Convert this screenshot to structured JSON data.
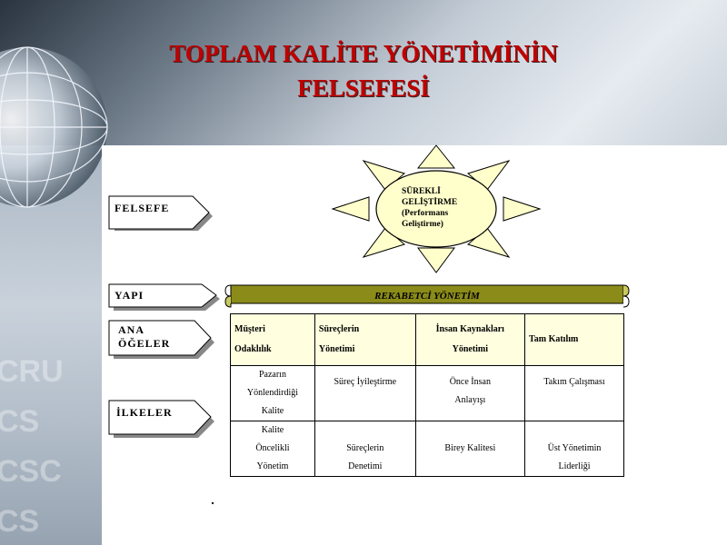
{
  "slide": {
    "title_line1": "TOPLAM KALİTE YÖNETİMİNİN",
    "title_line2": "FELSEFESİ"
  },
  "sun": {
    "lines": [
      "SÜREKLİ",
      "GELİŞTİRME",
      "(Performans",
      "Geliştirme)"
    ]
  },
  "labels": {
    "felsefe": "FELSEFE",
    "yapi": "YAPI",
    "ana_1": "ANA",
    "ana_2": "ÖĞELER",
    "ilkeler": "İLKELER"
  },
  "banner": {
    "text": "REKABETCİ YÖNETİM"
  },
  "table": {
    "headers": [
      [
        "Müşteri",
        "Odaklılık"
      ],
      [
        "Süreçlerin",
        "Yönetimi"
      ],
      [
        "İnsan Kaynakları",
        "Yönetimi"
      ],
      [
        "Tam Katılım"
      ]
    ],
    "row1": [
      [
        "Pazarın",
        "Yönlendirdiği",
        "Kalite"
      ],
      [
        "Süreç İyileştirme"
      ],
      [
        "Önce İnsan",
        "Anlayışı"
      ],
      [
        "Takım Çalışması"
      ]
    ],
    "row2": [
      [
        "Kalite",
        "Öncelikli",
        "Yönetim"
      ],
      [
        "Süreçlerin",
        "Denetimi"
      ],
      [
        "Birey Kalitesi"
      ],
      [
        "Üst Yönetimin",
        "Liderliği"
      ]
    ]
  },
  "background_ghost_text": [
    "CRU",
    "CS",
    "CSC",
    "CS"
  ],
  "colors": {
    "title": "#c00000",
    "sun_fill": "#ffffcc",
    "banner_fill": "#8b8b1a",
    "table_header": "#ffffe0"
  }
}
